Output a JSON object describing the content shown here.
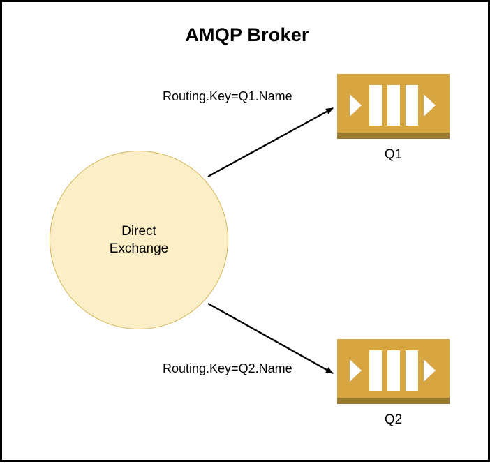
{
  "diagram": {
    "title": "AMQP Broker",
    "frame_border_color": "#000000",
    "background_color": "#ffffff"
  },
  "exchange": {
    "label_line_1": "Direct",
    "label_line_2": "Exchange",
    "shape": "circle",
    "fill_color": "#FCEFC8",
    "stroke_color": "#D6B656"
  },
  "queues": [
    {
      "id": "q1",
      "label": "Q1",
      "icon": "queue-icon",
      "fill_color": "#D7A641",
      "base_color": "#9A7A2E"
    },
    {
      "id": "q2",
      "label": "Q2",
      "icon": "queue-icon",
      "fill_color": "#D7A641",
      "base_color": "#9A7A2E"
    }
  ],
  "edges": [
    {
      "id": "edge-q1",
      "label": "Routing.Key=Q1.Name",
      "from": "Direct Exchange",
      "to": "Q1",
      "stroke_color": "#000000",
      "arrowhead": "filled-triangle"
    },
    {
      "id": "edge-q2",
      "label": "Routing.Key=Q2.Name",
      "from": "Direct Exchange",
      "to": "Q2",
      "stroke_color": "#000000",
      "arrowhead": "filled-triangle"
    }
  ]
}
